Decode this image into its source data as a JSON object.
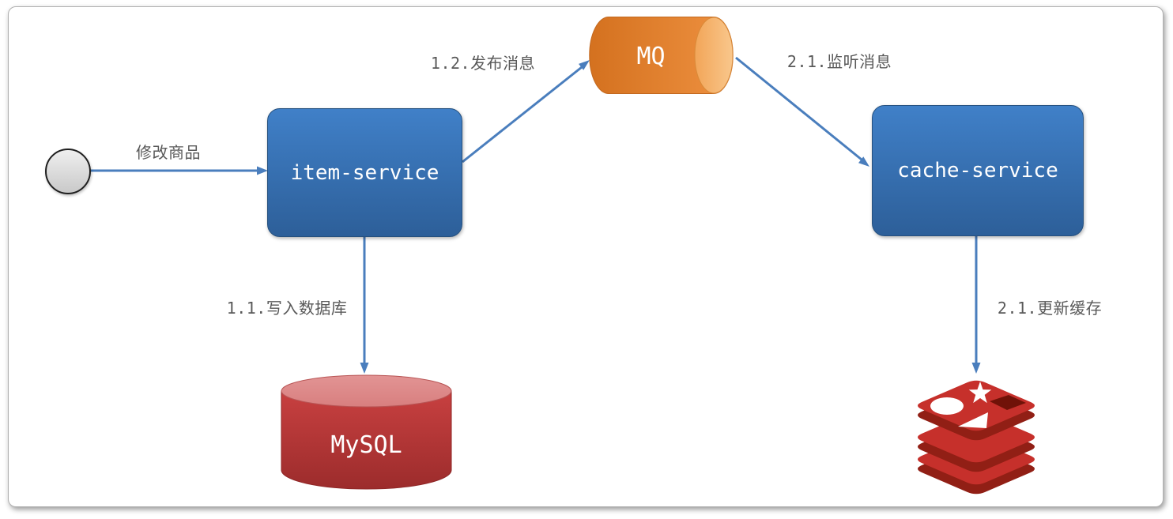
{
  "diagram": {
    "title": "item-service cache sync via MQ flow",
    "nodes": {
      "start": {
        "type": "start-circle",
        "label": ""
      },
      "item_service": {
        "type": "service",
        "label": "item-service"
      },
      "mq": {
        "type": "queue-cylinder",
        "label": "MQ"
      },
      "cache_service": {
        "type": "service",
        "label": "cache-service"
      },
      "mysql": {
        "type": "database-cylinder",
        "label": "MySQL"
      },
      "redis": {
        "type": "logo",
        "icon": "redis-logo",
        "label": ""
      }
    },
    "edges": [
      {
        "from": "start",
        "to": "item_service",
        "label": "修改商品"
      },
      {
        "from": "item_service",
        "to": "mysql",
        "label": "1.1.写入数据库"
      },
      {
        "from": "item_service",
        "to": "mq",
        "label": "1.2.发布消息"
      },
      {
        "from": "mq",
        "to": "cache_service",
        "label": "2.1.监听消息"
      },
      {
        "from": "cache_service",
        "to": "redis",
        "label": "2.1.更新缓存"
      }
    ],
    "colors": {
      "service_blue_top": "#4080c8",
      "service_blue_bottom": "#2d5f99",
      "mq_orange_dark": "#d96f20",
      "mq_orange_light": "#f6b56e",
      "mysql_red_top": "#de8c8c",
      "mysql_red_body": "#c43b3b",
      "mysql_red_dark": "#9e2f2f",
      "redis_red": "#c6302b",
      "redis_red_dark": "#911f15",
      "arrow_blue": "#4a7ebd",
      "label_gray": "#595959",
      "start_fill": "#d9d9d9"
    }
  }
}
